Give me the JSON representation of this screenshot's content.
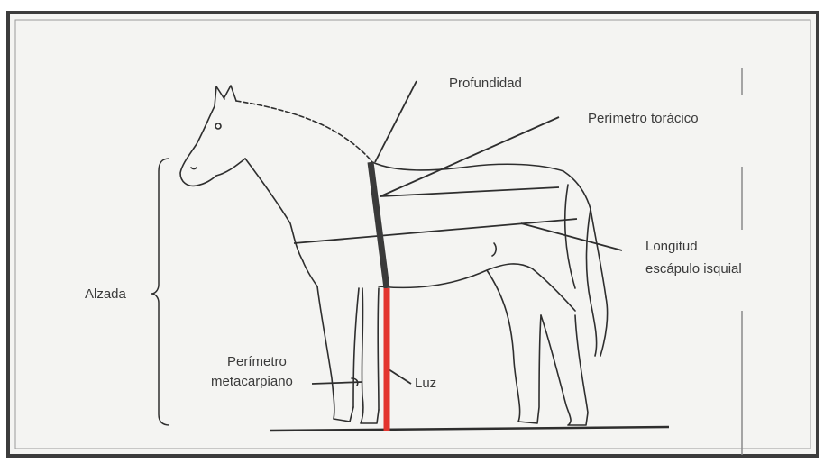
{
  "labels": {
    "profundidad": "Profundidad",
    "perimetro_toracico": "Perímetro torácico",
    "longitud_line1": "Longitud",
    "longitud_line2": "escápulo isquial",
    "alzada": "Alzada",
    "perimetro_meta_line1": "Perímetro",
    "perimetro_meta_line2": "metacarpiano",
    "luz": "Luz"
  },
  "colors": {
    "frame": "#3c3c3c",
    "background": "#f4f4f2",
    "ink": "#2e2e2e",
    "depth_bar": "#3a3a3a",
    "luz_bar": "#e3352f"
  }
}
